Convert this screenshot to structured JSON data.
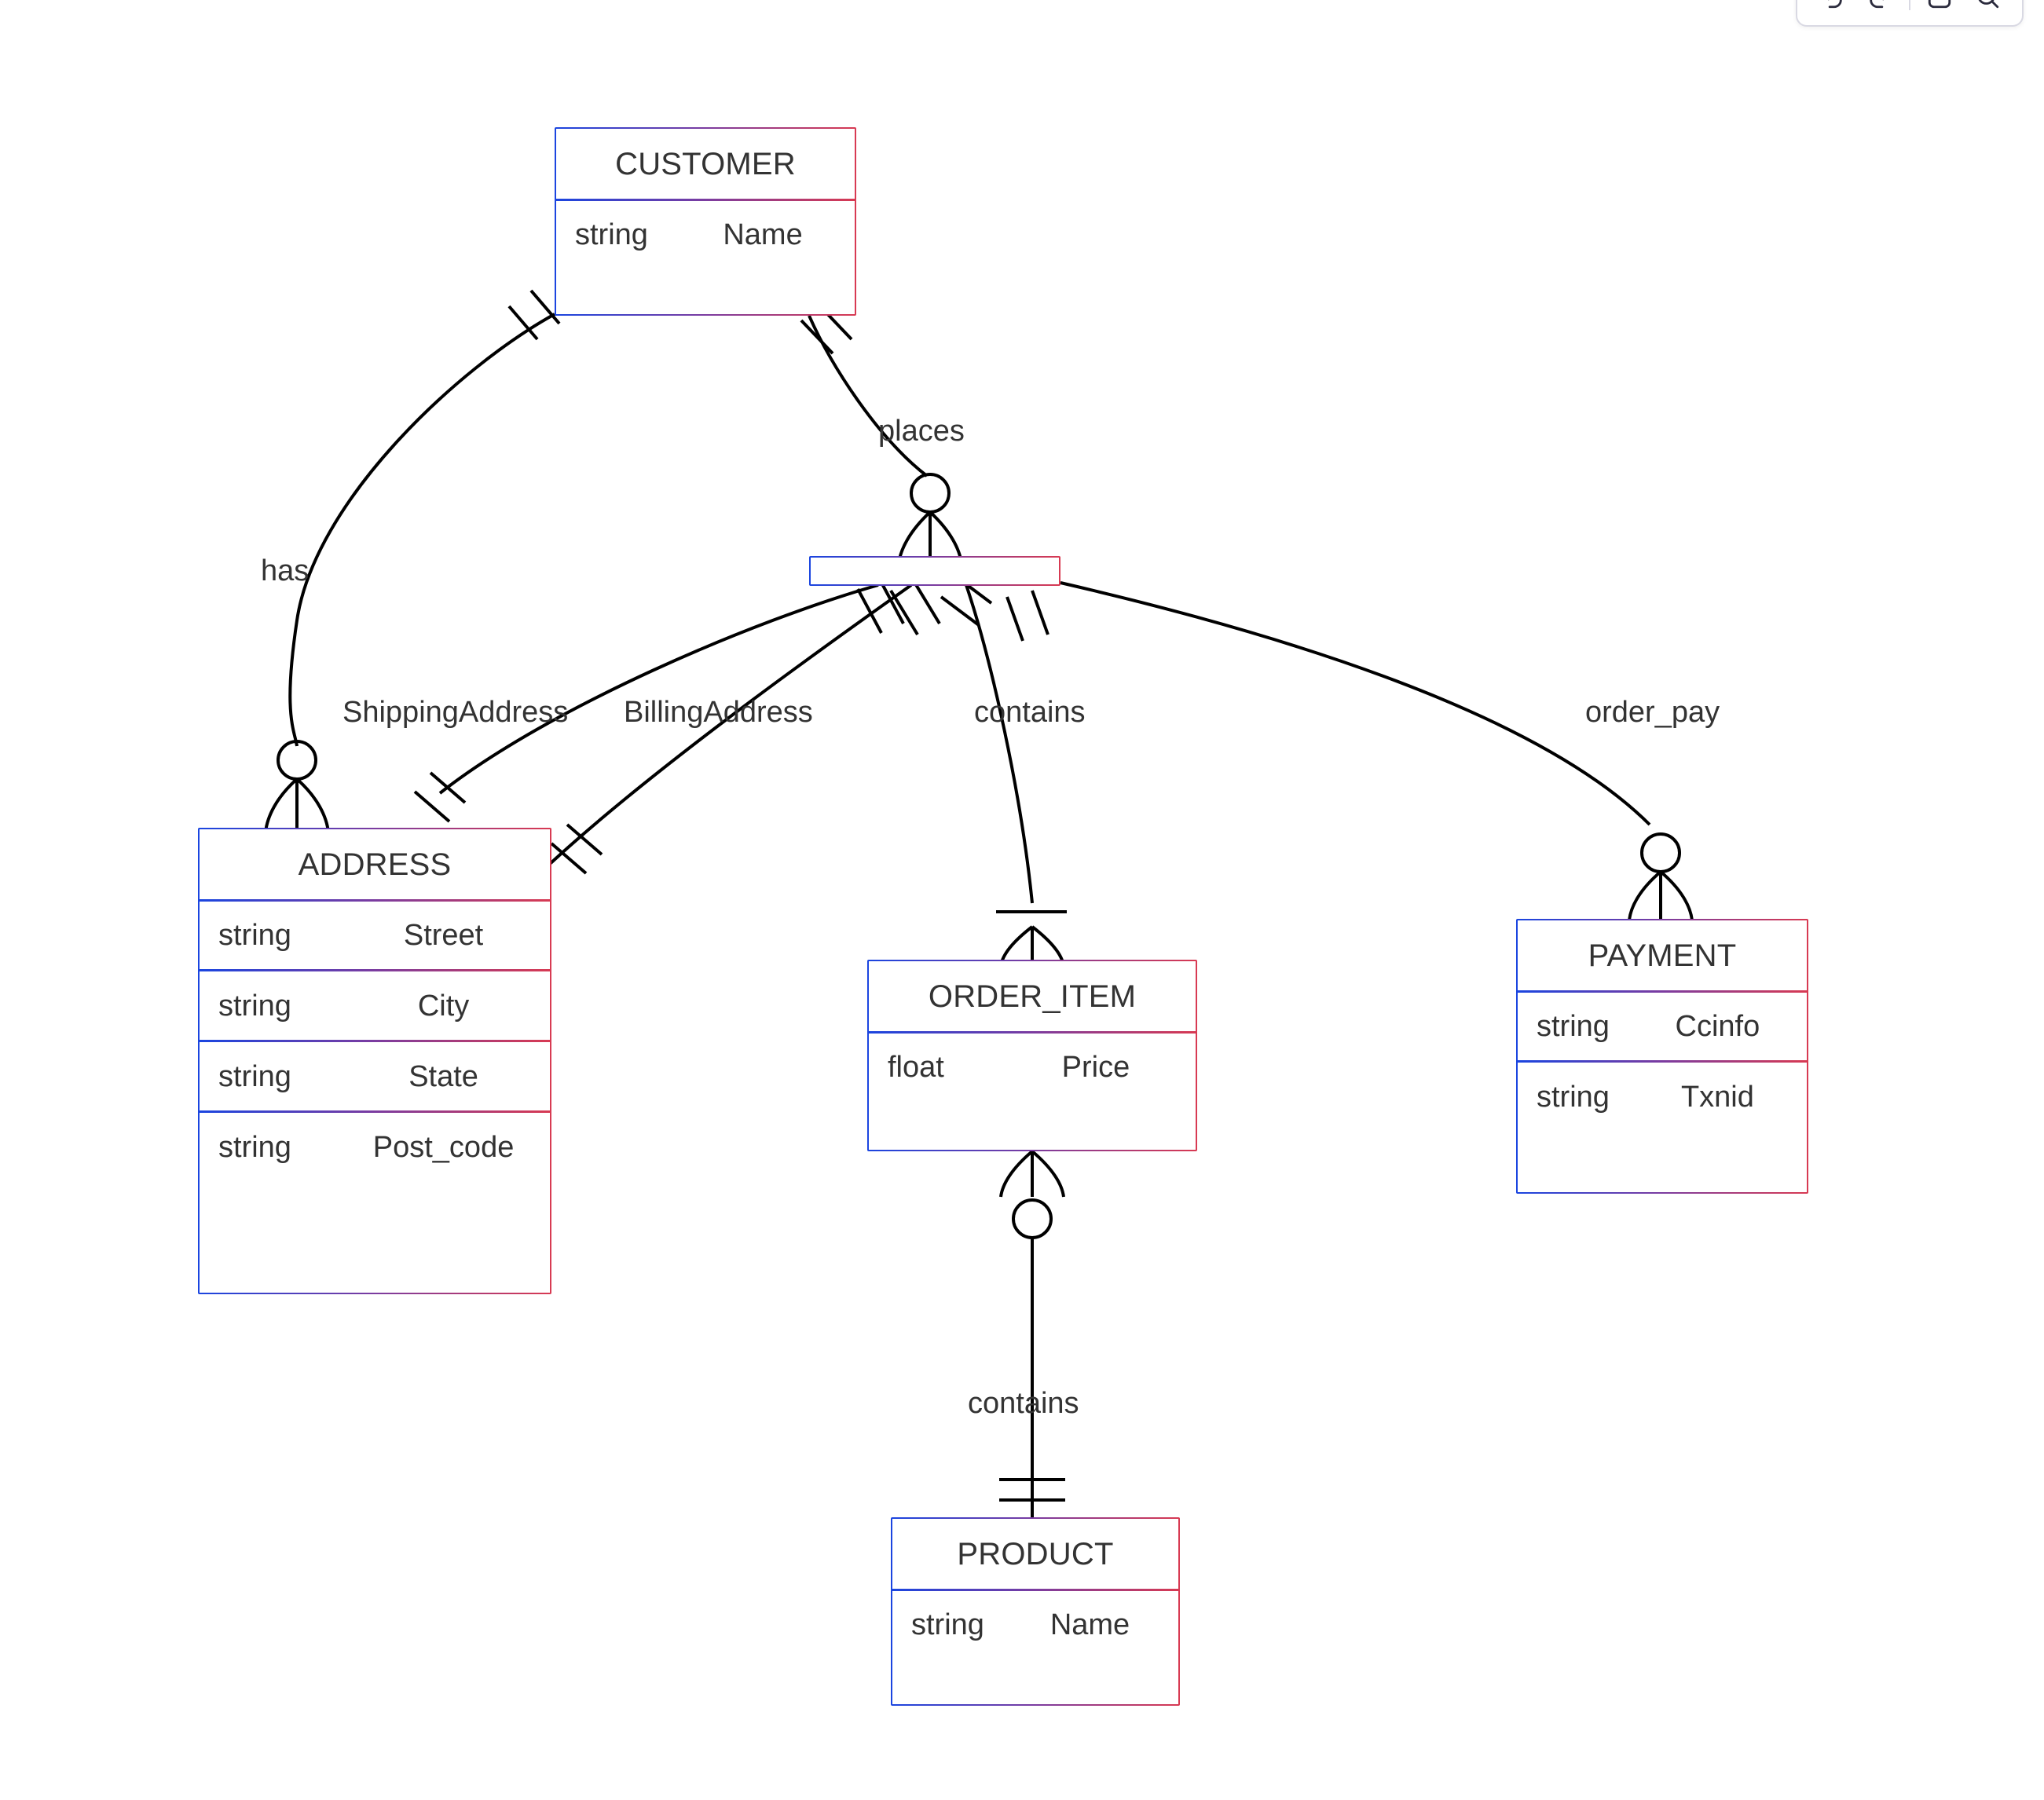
{
  "toolbar": {
    "buttons": [
      {
        "name": "undo-icon",
        "label": ""
      },
      {
        "name": "redo-icon",
        "label": ""
      },
      {
        "name": "fit-screen-icon",
        "label": ""
      },
      {
        "name": "zoom-search-icon",
        "label": ""
      }
    ]
  },
  "diagram": {
    "type": "entity-relationship",
    "entities": [
      {
        "id": "customer",
        "name": "CUSTOMER",
        "attributes": [
          {
            "type": "string",
            "name": "Name"
          }
        ]
      },
      {
        "id": "order",
        "name": "",
        "collapsed": true,
        "attributes": []
      },
      {
        "id": "address",
        "name": "ADDRESS",
        "attributes": [
          {
            "type": "string",
            "name": "Street"
          },
          {
            "type": "string",
            "name": "City"
          },
          {
            "type": "string",
            "name": "State"
          },
          {
            "type": "string",
            "name": "Post_code"
          }
        ]
      },
      {
        "id": "order_item",
        "name": "ORDER_ITEM",
        "attributes": [
          {
            "type": "float",
            "name": "Price"
          }
        ]
      },
      {
        "id": "payment",
        "name": "PAYMENT",
        "attributes": [
          {
            "type": "string",
            "name": "Ccinfo"
          },
          {
            "type": "string",
            "name": "Txnid"
          }
        ]
      },
      {
        "id": "product",
        "name": "PRODUCT",
        "attributes": [
          {
            "type": "string",
            "name": "Name"
          }
        ]
      }
    ],
    "relationships": [
      {
        "id": "has",
        "label": "has",
        "from": "CUSTOMER",
        "to": "ADDRESS",
        "from_cardinality": "exactly-one",
        "to_cardinality": "zero-or-many"
      },
      {
        "id": "places",
        "label": "places",
        "from": "CUSTOMER",
        "to": "ORDER",
        "from_cardinality": "exactly-one",
        "to_cardinality": "zero-or-many"
      },
      {
        "id": "shipping_address",
        "label": "ShippingAddress",
        "from": "ORDER",
        "to": "ADDRESS",
        "from_cardinality": "exactly-one",
        "to_cardinality": "exactly-one"
      },
      {
        "id": "billing_address",
        "label": "BillingAddress",
        "from": "ORDER",
        "to": "ADDRESS",
        "from_cardinality": "exactly-one",
        "to_cardinality": "exactly-one"
      },
      {
        "id": "contains_order_item",
        "label": "contains",
        "from": "ORDER",
        "to": "ORDER_ITEM",
        "from_cardinality": "exactly-one",
        "to_cardinality": "one-or-many"
      },
      {
        "id": "order_pay",
        "label": "order_pay",
        "from": "ORDER",
        "to": "PAYMENT",
        "from_cardinality": "exactly-one",
        "to_cardinality": "zero-or-many"
      },
      {
        "id": "contains_product",
        "label": "contains",
        "from": "ORDER_ITEM",
        "to": "PRODUCT",
        "from_cardinality": "zero-or-many",
        "to_cardinality": "exactly-one"
      }
    ]
  },
  "colors": {
    "border_start": "#1a45e0",
    "border_end": "#d83a52",
    "text": "#333333",
    "edge": "#000000",
    "background": "#ffffff"
  }
}
